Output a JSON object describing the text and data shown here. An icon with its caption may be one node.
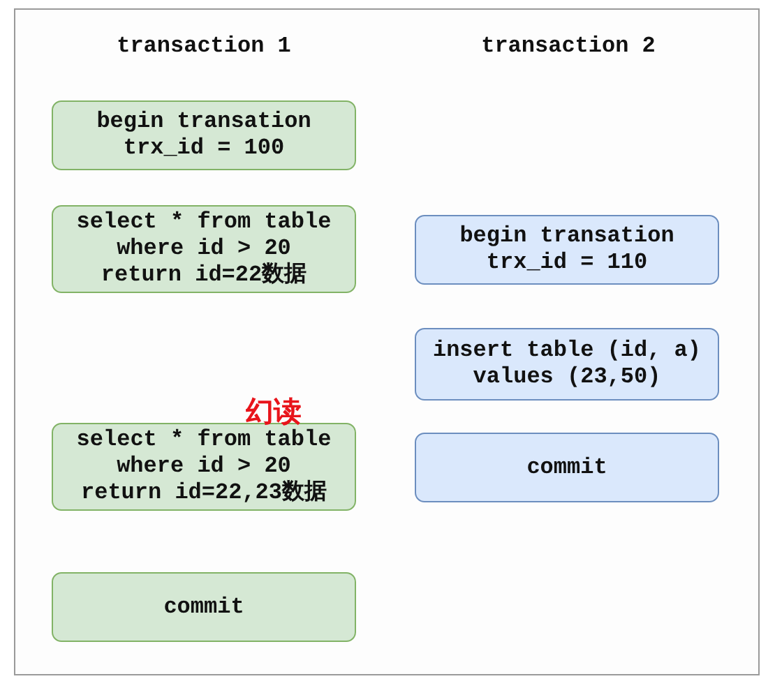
{
  "diagram": {
    "nodes": [
      {
        "text": [
          "begin transation trx_id = 100"
        ]
      },
      {
        "text": [
          "select * from table where id > 20 return id=22数据"
        ]
      },
      {
        "text": [
          "begin transation trx_id = 110"
        ]
      },
      {
        "text": [
          "insert table (id, a) values (23,50)"
        ]
      },
      {
        "text": [
          "commit"
        ]
      },
      {
        "text": [
          "select * from table where id > 20 return id=22,23数据"
        ]
      },
      {
        "text": [
          "commit"
        ]
      }
    ],
    "labels": [
      "transaction 1",
      "transaction 2",
      "幻读"
    ]
  }
}
